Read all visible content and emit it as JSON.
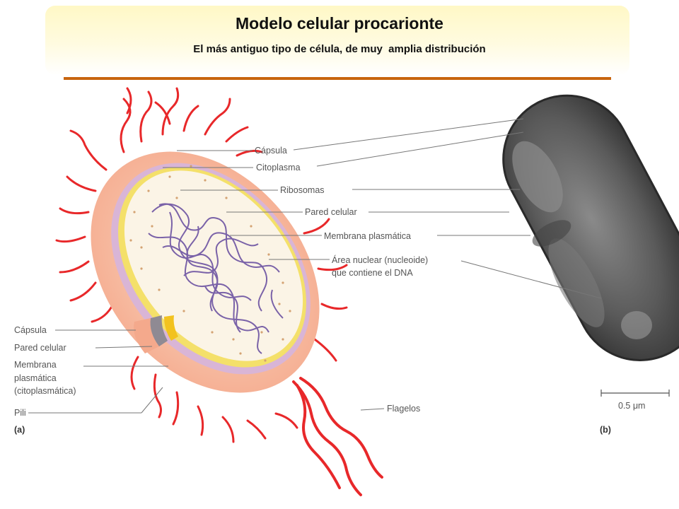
{
  "header": {
    "title": "Modelo celular procarionte",
    "subtitle": "El más antiguo tipo de célula, de muy  amplia distribución"
  },
  "labels_right": {
    "capsula": "Cápsula",
    "citoplasma": "Citoplasma",
    "ribosomas": "Ribosomas",
    "pared_celular": "Pared celular",
    "membrana_plasmatica": "Membrana plasmática",
    "area_nuclear_line1": "Área nuclear (nucleoide)",
    "area_nuclear_line2": "que contiene el DNA",
    "flagelos": "Flagelos"
  },
  "labels_left": {
    "capsula": "Cápsula",
    "pared_celular": "Pared celular",
    "membrana_line1": "Membrana",
    "membrana_line2": "plasmática",
    "membrana_line3": "(citoplasmática)",
    "pili": "Pili"
  },
  "panel_tags": {
    "a": "(a)",
    "b": "(b)"
  },
  "scale_bar": {
    "label": "0.5 μm"
  },
  "colors": {
    "rule": "#c8650e",
    "capsule": "#f6b296",
    "wall": "#d9b5d6",
    "membrane": "#f4e06a",
    "cytoplasm": "#fbf4e6",
    "dna": "#7a62a8",
    "appendages": "#e8282a",
    "micrograph": "#555555"
  }
}
